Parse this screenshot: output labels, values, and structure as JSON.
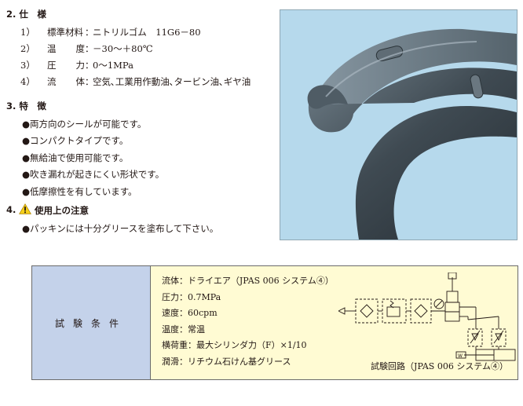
{
  "specs": {
    "heading": "2. 仕　様",
    "items": [
      {
        "no": "1）",
        "label": "標準材料",
        "spread": false,
        "value": "ニトリルゴム　11G6－80"
      },
      {
        "no": "2）",
        "label": "温　度",
        "spread": true,
        "value": "－30～＋80℃"
      },
      {
        "no": "3）",
        "label": "圧　力",
        "spread": true,
        "value": "0～1MPa"
      },
      {
        "no": "4）",
        "label": "流　体",
        "spread": true,
        "value": "空気､工業用作動油､タービン油､ギヤ油"
      }
    ]
  },
  "features": {
    "heading": "3. 特　徴",
    "items": [
      "●両方向のシールが可能です。",
      "●コンパクトタイプです。",
      "●無給油で使用可能です。",
      "●吹き漏れが起きにくい形状です。",
      "●低摩擦性を有しています。"
    ]
  },
  "caution": {
    "heading_num": "4.",
    "heading": "使用上の注意",
    "text": "●パッキンには十分グリースを塗布して下さい。",
    "icon": "warning-triangle-icon"
  },
  "photo": {
    "subject": "seal-ring-photo",
    "background_color": "#b6d9ec"
  },
  "test_conditions": {
    "label": "試験条件",
    "items": [
      "流体：ドライエア（JPAS 006 システム④）",
      "圧力：0.7MPa",
      "速度：60cpm",
      "温度：常温",
      "横荷重：最大シリンダ力（F）×1/10",
      "潤滑：リチウム石けん基グリース"
    ],
    "circuit_caption": "試験回路（JPAS 006 システム④）",
    "circuit_load_label": "W",
    "label_bg": "#c4d2ea",
    "body_bg": "#fffbd3"
  }
}
